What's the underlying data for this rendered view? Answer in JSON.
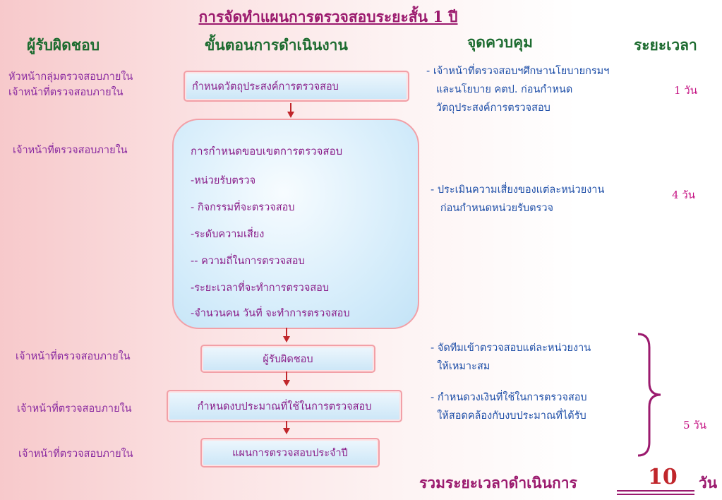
{
  "title": "การจัดทำแผนการตรวจสอบระยะสั้น 1 ปี",
  "headers": {
    "responsible": "ผู้รับผิดชอบ",
    "steps": "ขั้นตอนการดำเนินงาน",
    "control": "จุดควบคุม",
    "duration": "ระยะเวลา"
  },
  "rows": [
    {
      "responsible": [
        "หัวหน้ากลุ่มตรวจสอบภายใน",
        "เจ้าหน้าที่ตรวจสอบภายใน"
      ],
      "step": "กำหนดวัตถุประสงค์การตรวจสอบ",
      "control": "- เจ้าหน้าที่ตรวจสอบฯศึกษานโยบายกรมฯ\n   และนโยบาย คตป. ก่อนกำหนด\n   วัตถุประสงค์การตรวจสอบ",
      "duration": "1 วัน"
    },
    {
      "responsible": [
        "เจ้าหน้าที่ตรวจสอบภายใน"
      ],
      "step_title": "การกำหนดขอบเขตการตรวจสอบ",
      "step_items": [
        "-หน่วยรับตรวจ",
        "- กิจกรรมที่จะตรวจสอบ",
        "-ระดับความเสี่ยง",
        "-- ความถี่ในการตรวจสอบ",
        "-ระยะเวลาที่จะทำการตรวจสอบ",
        "-จำนวนคน วันที่ จะทำการตรวจสอบ"
      ],
      "control": "- ประเมินความเสี่ยงของแต่ละหน่วยงาน\n   ก่อนกำหนดหน่วยรับตรวจ",
      "duration": "4 วัน"
    },
    {
      "responsible": [
        "เจ้าหน้าที่ตรวจสอบภายใน"
      ],
      "step": "ผู้รับผิดชอบ",
      "control": "- จัดทีมเข้าตรวจสอบแต่ละหน่วยงาน\n  ให้เหมาะสม"
    },
    {
      "responsible": [
        "เจ้าหน้าที่ตรวจสอบภายใน"
      ],
      "step": "กำหนดงบประมาณที่ใช้ในการตรวจสอบ",
      "control": "- กำหนดวงเงินที่ใช้ในการตรวจสอบ\n  ให้สอดคล้องกับงบประมาณที่ได้รับ"
    },
    {
      "responsible": [
        "เจ้าหน้าที่ตรวจสอบภายใน"
      ],
      "step": "แผนการตรวจสอบประจำปี"
    }
  ],
  "group_duration": "5 วัน",
  "total": {
    "label": "รวมระยะเวลาดำเนินการ",
    "value": "10",
    "unit": "วัน"
  }
}
